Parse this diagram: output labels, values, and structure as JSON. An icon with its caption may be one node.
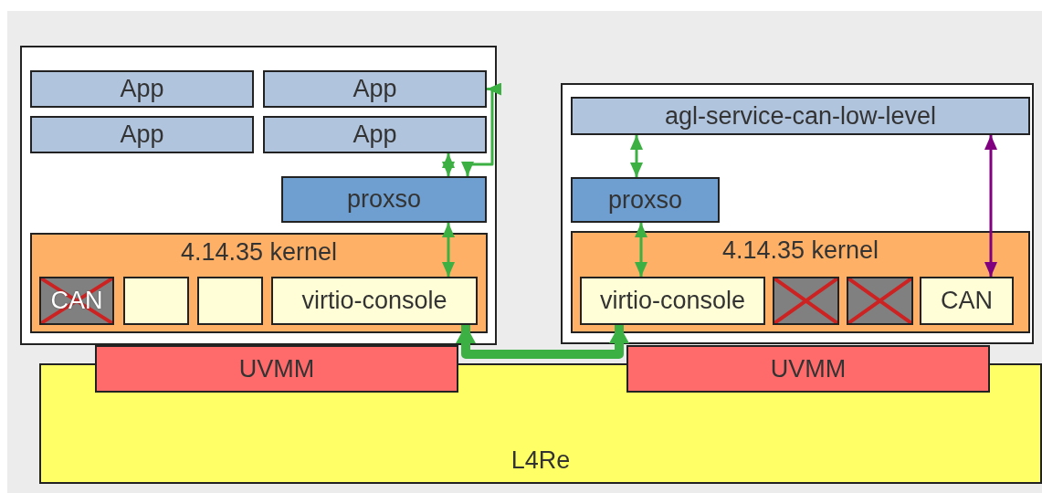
{
  "diagram": {
    "nodes": [
      {
        "text": [],
        "shape": "box"
      },
      {
        "text": [
          "App"
        ],
        "in": 0
      },
      {
        "text": [
          "App"
        ],
        "in": 0
      },
      {
        "text": [
          "App"
        ],
        "in": 0
      },
      {
        "text": [
          "App"
        ],
        "in": 0
      },
      {
        "text": [
          "proxso"
        ],
        "in": 0
      },
      {
        "text": [
          "4.14.35 kernel"
        ],
        "in": 0
      },
      {
        "text": [
          "CAN"
        ],
        "in": 6
      },
      {
        "text": [],
        "shape": "box",
        "in": 6
      },
      {
        "text": [],
        "shape": "box",
        "in": 6
      },
      {
        "text": [
          "virtio-console"
        ],
        "in": 6
      },
      {
        "text": [],
        "shape": "box"
      },
      {
        "text": [
          "agl-service-can-low-level"
        ],
        "in": 11
      },
      {
        "text": [
          "proxso"
        ],
        "in": 11
      },
      {
        "text": [
          "4.14.35 kernel"
        ],
        "in": 11
      },
      {
        "text": [
          "virtio-console"
        ],
        "in": 14
      },
      {
        "text": [],
        "shape": "box",
        "in": 14
      },
      {
        "text": [],
        "shape": "box",
        "in": 14
      },
      {
        "text": [
          "CAN"
        ],
        "in": 14
      },
      {
        "text": [
          "L4Re"
        ]
      },
      {
        "text": [
          "UVMM"
        ]
      },
      {
        "text": [
          "UVMM"
        ]
      }
    ],
    "edges": [
      {
        "from": 2,
        "to": 5,
        "arrow": "both"
      },
      {
        "from": 4,
        "to": 5,
        "arrow": "both"
      },
      {
        "from": 5,
        "to": 10,
        "arrow": "both"
      },
      {
        "from": 12,
        "to": 13,
        "arrow": "both"
      },
      {
        "from": 12,
        "to": 18,
        "arrow": "both",
        "color": "#800080"
      },
      {
        "from": 13,
        "to": 15,
        "arrow": "both"
      },
      {
        "from": 10,
        "to": 15,
        "arrow": "both",
        "style": "thick"
      }
    ]
  }
}
